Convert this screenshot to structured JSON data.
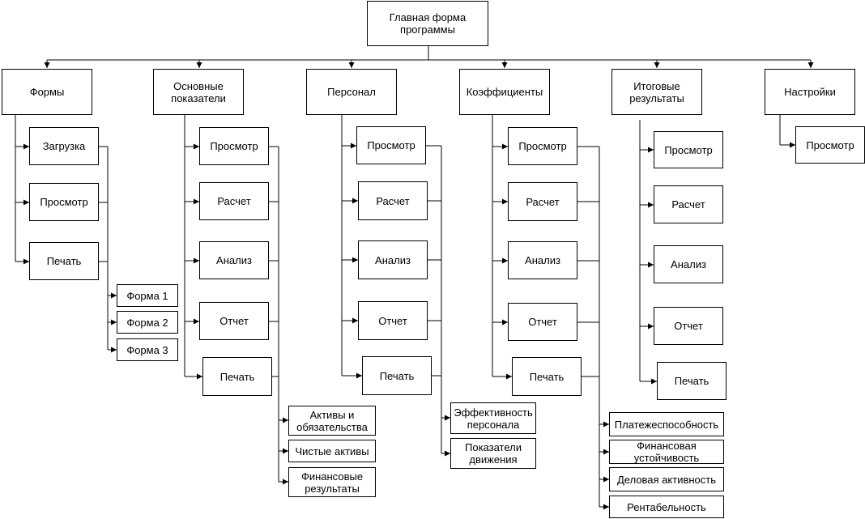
{
  "root": "Главная форма\nпрограммы",
  "forms": {
    "title": "Формы",
    "items": [
      "Загрузка",
      "Просмотр",
      "Печать"
    ],
    "print_forms": [
      "Форма 1",
      "Форма 2",
      "Форма 3"
    ]
  },
  "indicators": {
    "title": "Основные\nпоказатели",
    "items": [
      "Просмотр",
      "Расчет",
      "Анализ",
      "Отчет",
      "Печать"
    ],
    "sub": [
      "Активы и\nобязательства",
      "Чистые активы",
      "Финансовые\nрезультаты"
    ]
  },
  "personnel": {
    "title": "Персонал",
    "items": [
      "Просмотр",
      "Расчет",
      "Анализ",
      "Отчет",
      "Печать"
    ],
    "sub": [
      "Эффективность\nперсонала",
      "Показатели\nдвижения"
    ]
  },
  "coefficients": {
    "title": "Коэффициенты",
    "items": [
      "Просмотр",
      "Расчет",
      "Анализ",
      "Отчет",
      "Печать"
    ],
    "sub": [
      "Платежеспособность",
      "Финансовая\nустойчивость",
      "Деловая активность",
      "Рентабельность"
    ]
  },
  "results": {
    "title": "Итоговые\nрезультаты",
    "items": [
      "Просмотр",
      "Расчет",
      "Анализ",
      "Отчет",
      "Печать"
    ]
  },
  "settings": {
    "title": "Настройки",
    "items": [
      "Просмотр"
    ]
  }
}
